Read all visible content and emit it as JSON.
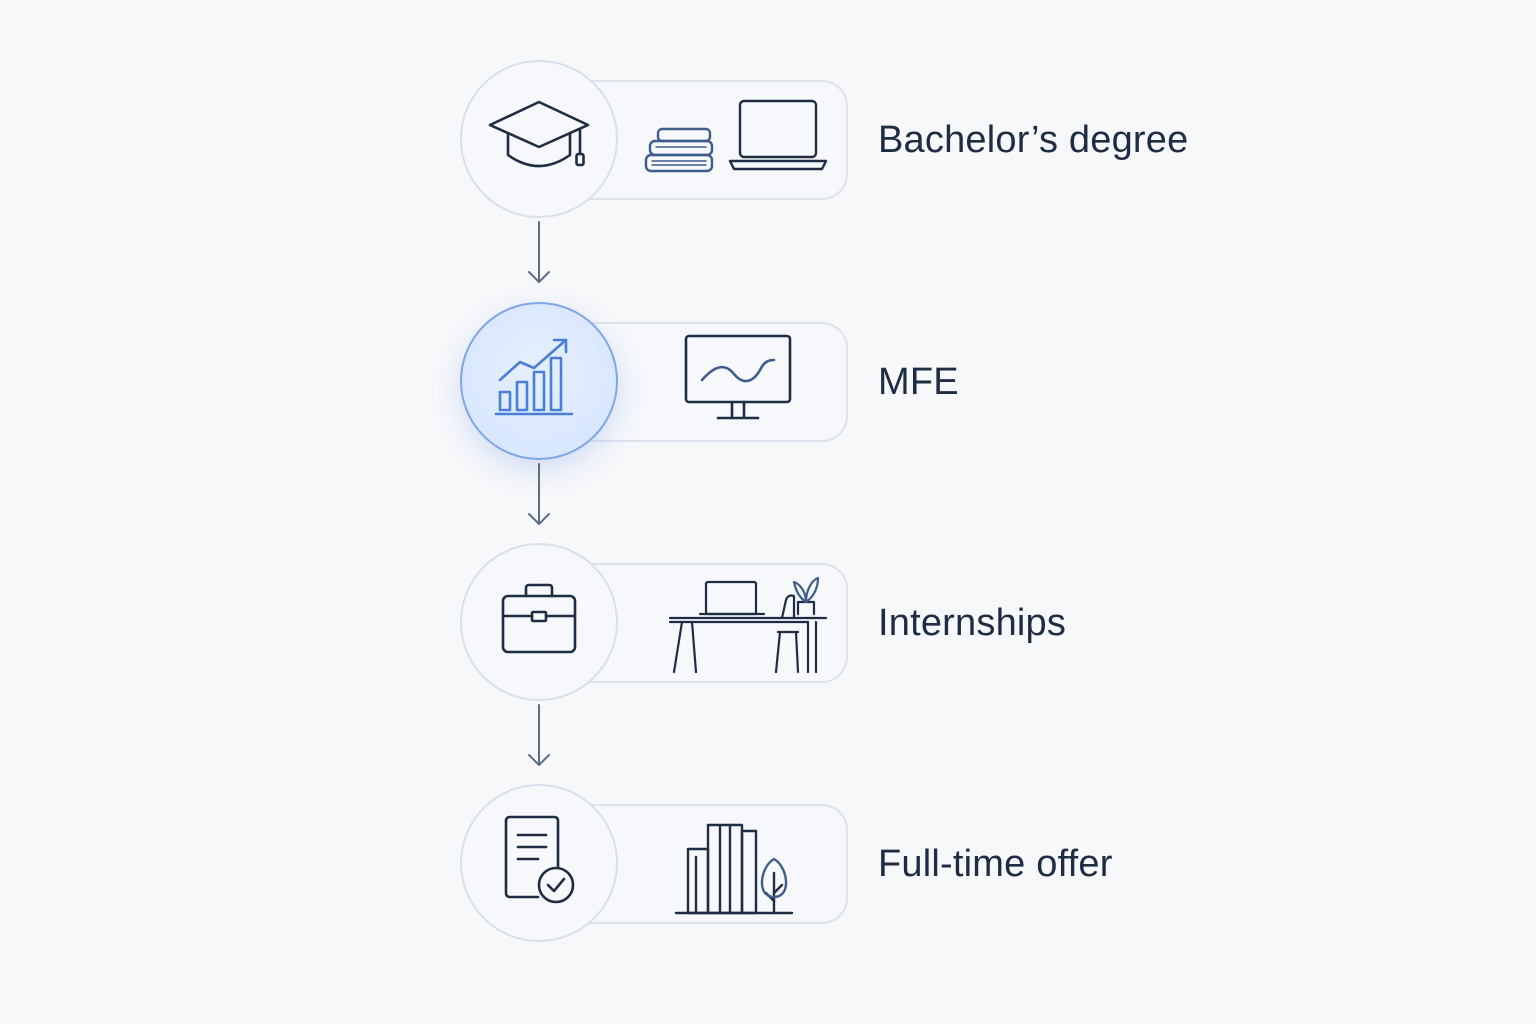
{
  "steps": [
    {
      "label": "Bachelor’s degree",
      "icon": "graduation-cap-icon",
      "illustration": "books-and-laptop-icon",
      "active": false
    },
    {
      "label": "MFE",
      "icon": "bar-chart-growth-icon",
      "illustration": "monitor-chart-icon",
      "active": true
    },
    {
      "label": "Internships",
      "icon": "briefcase-icon",
      "illustration": "desk-workspace-icon",
      "active": false
    },
    {
      "label": "Full-time offer",
      "icon": "document-check-icon",
      "illustration": "office-building-tree-icon",
      "active": false
    }
  ],
  "colors": {
    "background": "#f7f8fa",
    "icon_stroke": "#1f2d44",
    "accent_blue": "#4a7fd6",
    "arrow": "#5d6d85",
    "card_border": "#dde3ec"
  }
}
